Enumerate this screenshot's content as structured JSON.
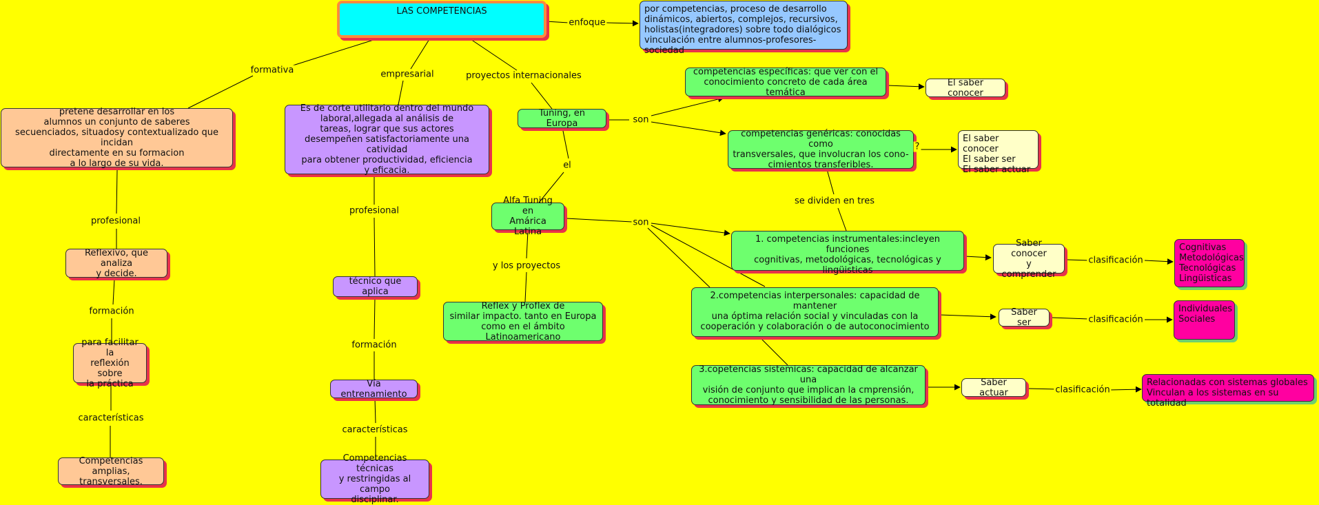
{
  "colors": {
    "background": "#ffff00",
    "root": "#00ffff",
    "formativa": "#ffc896",
    "empresarial": "#c896ff",
    "tuning": "#6eff6e",
    "saber": "#ffffc8",
    "enfoque": "#96c8ff",
    "clasificacion": "#ff00a0"
  },
  "nodes": {
    "root": "LAS COMPETENCIAS",
    "enfoque_text": "por competencias, proceso de desarrollo\ndinámicos, abiertos, complejos, recursivos,\nholistas(integradores) sobre todo dialógicos\nvinculación entre alumnos-profesores-sociedad",
    "formativa_text": "pretene desarrollar en los\nalumnos un conjunto de saberes\nsecuenciados, situadosy contextualizado que incidan\ndirectamente en su formacion\na lo largo de su vida.",
    "reflexivo": "Reflexivo, que analiza\ny decide.",
    "facilitar": "para facilitar la\nreflexión sobre\nla práctica",
    "amplias": "Competencias amplias,\ntransversales.",
    "empresarial_text": "Es de corte utilitario dentro del mundo\nlaboral,allegada al análisis de\ntareas, lograr que sus actores\ndesempeñen satisfactoriamente una catividad\npara obtener productividad, eficiencia\ny eficacia.",
    "tecnico": "técnico que aplica",
    "via": "Vía entrenamiento",
    "tecnicas": "Competencias técnicas\ny restringidas al campo\ndisciplinar.",
    "tuning": "Tuning, en Europa",
    "alfa": "Alfa Tuning en\nAmárica Latina",
    "reflex": "Reflex y Proflex de\nsimilar impacto. tanto en Europa\ncomo en el ámbito Latinoamericano",
    "especificas": "competencias específicas: que ver con el\nconocimiento concreto de cada área temática",
    "saber_conocer": "El saber conocer",
    "genericas": "competencias genéricas: conocidas como\ntransversales, que involucran los cono-\ncimientos transferibles.",
    "saberes": "El saber conocer\nEl saber ser\nEl saber actuar",
    "instrumentales": "1. competencias instrumentales:incleyen funciones\ncognitivas, metodológicas, tecnológicas y lingüisticas",
    "conocer_comprender": "Saber conocer\ny comprender",
    "cognitivas": "Cognitivas\nMetodológicas\nTecnológicas\nLingüisticas",
    "interpersonales": "2.competencias interpersonales: capacidad de mantener\nuna óptima relación social y vinculadas con la\ncooperación y colaboración o de autoconocimiento",
    "saber_ser": "Saber ser",
    "individuales": "Individuales\nSociales",
    "sistemicas": "3.copetencias sistemicas: capacidad de alcanzar una\nvisión de conjunto que implican la cmprensión,\nconocimiento y sensibilidad de las personas.",
    "saber_actuar": "Saber actuar",
    "relacionadas": "Relacionadas con sistemas globales\nVinculan a los sistemas en su totalidad"
  },
  "labels": {
    "enfoque": "enfoque",
    "formativa": "formativa",
    "empresarial": "empresarial",
    "proyectos": "proyectos internacionales",
    "profesional_1": "profesional",
    "formacion_1": "formación",
    "caracteristicas_1": "características",
    "profesional_2": "profesional",
    "formacion_2": "formación",
    "caracteristicas_2": "características",
    "son_1": "son",
    "el": "el",
    "y_proyectos": "y los proyectos",
    "son_2": "son",
    "se_dividen": "se dividen en tres",
    "clasificacion_1": "clasificación",
    "clasificacion_2": "clasificación",
    "clasificacion_3": "clasificación",
    "question_mark": "?"
  }
}
